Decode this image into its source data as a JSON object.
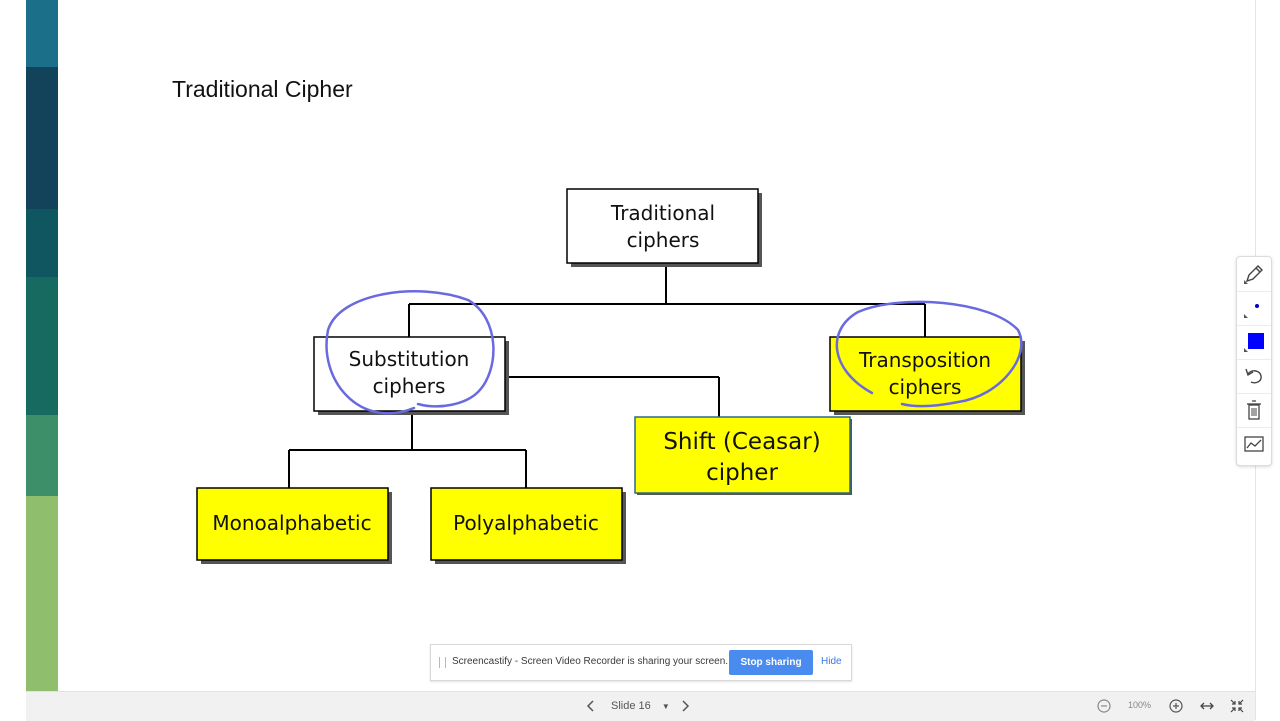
{
  "slide": {
    "title": "Traditional Cipher"
  },
  "diagram": {
    "root": "Traditional ciphers",
    "root_lines": [
      "Traditional",
      "ciphers"
    ],
    "substitution_lines": [
      "Substitution",
      "ciphers"
    ],
    "transposition_lines": [
      "Transposition",
      "ciphers"
    ],
    "shift_lines": [
      "Shift (Ceasar)",
      "cipher"
    ],
    "mono": "Monoalphabetic",
    "poly": "Polyalphabetic"
  },
  "colors": {
    "highlight_box": "#ffff00",
    "annotation_ink": "#6a6ae0",
    "stop_button": "#4a8bf0",
    "strip": [
      "#1c6f88",
      "#12435b",
      "#0f5660",
      "#166a5f",
      "#3d8f6a",
      "#8fbf6c"
    ]
  },
  "toolbar": {
    "tools": [
      "pen-icon",
      "dot-size-icon",
      "color-swatch-icon",
      "undo-icon",
      "trash-icon",
      "chart-icon"
    ],
    "swatch_color": "#0000ff"
  },
  "share_bar": {
    "message": "Screencastify - Screen Video Recorder is sharing your screen.",
    "stop_label": "Stop sharing",
    "hide_label": "Hide"
  },
  "bottom_bar": {
    "slide_label": "Slide 16",
    "zoom_label": "100%"
  }
}
